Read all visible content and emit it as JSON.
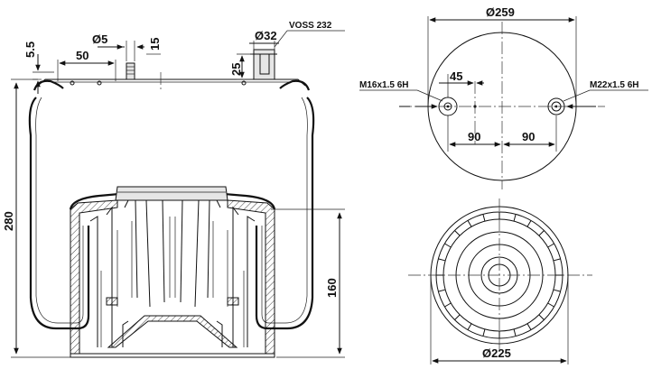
{
  "labels": {
    "overall_height": "280",
    "piston_height": "160",
    "top_offset": "5.5",
    "hole_dia": "Ø5",
    "stud_width": "15",
    "hole_spacing": "50",
    "port_dia": "Ø32",
    "port_height": "25",
    "port_type": "VOSS 232",
    "top_plate_dia": "Ø259",
    "offset_45": "45",
    "thread_left": "M16x1.5 6H",
    "thread_right": "M22x1.5 6H",
    "spacing_left": "90",
    "spacing_right": "90",
    "piston_dia": "Ø225"
  }
}
